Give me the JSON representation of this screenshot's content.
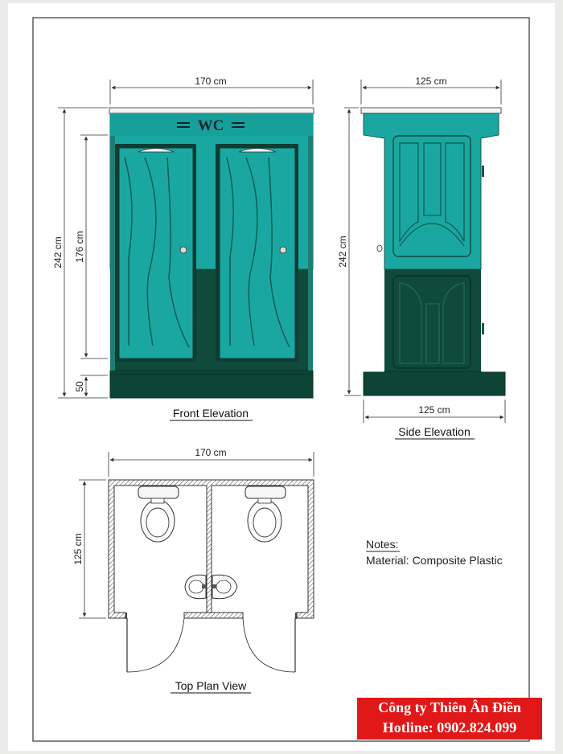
{
  "front_view": {
    "title": "Front Elevation",
    "width_label": "170 cm",
    "height_label": "242 cm",
    "door_height_label": "176 cm",
    "base_label": "50",
    "sign_text": "WC"
  },
  "side_view": {
    "title": "Side Elevation",
    "top_width_label": "125 cm",
    "bottom_width_label": "125 cm",
    "height_label": "242 cm"
  },
  "plan_view": {
    "title": "Top Plan View",
    "width_label": "170 cm",
    "depth_label": "125 cm"
  },
  "notes": {
    "heading": "Notes:",
    "material": "Material: Composite Plastic"
  },
  "company": {
    "name": "Công ty Thiên Ân Điền",
    "hotline": "Hotline: 0902.824.099"
  },
  "colors": {
    "teal": "#1aa7a1",
    "dark_green": "#0f4a3b",
    "frame": "#1d5a4a",
    "brand_red": "#e01818"
  }
}
